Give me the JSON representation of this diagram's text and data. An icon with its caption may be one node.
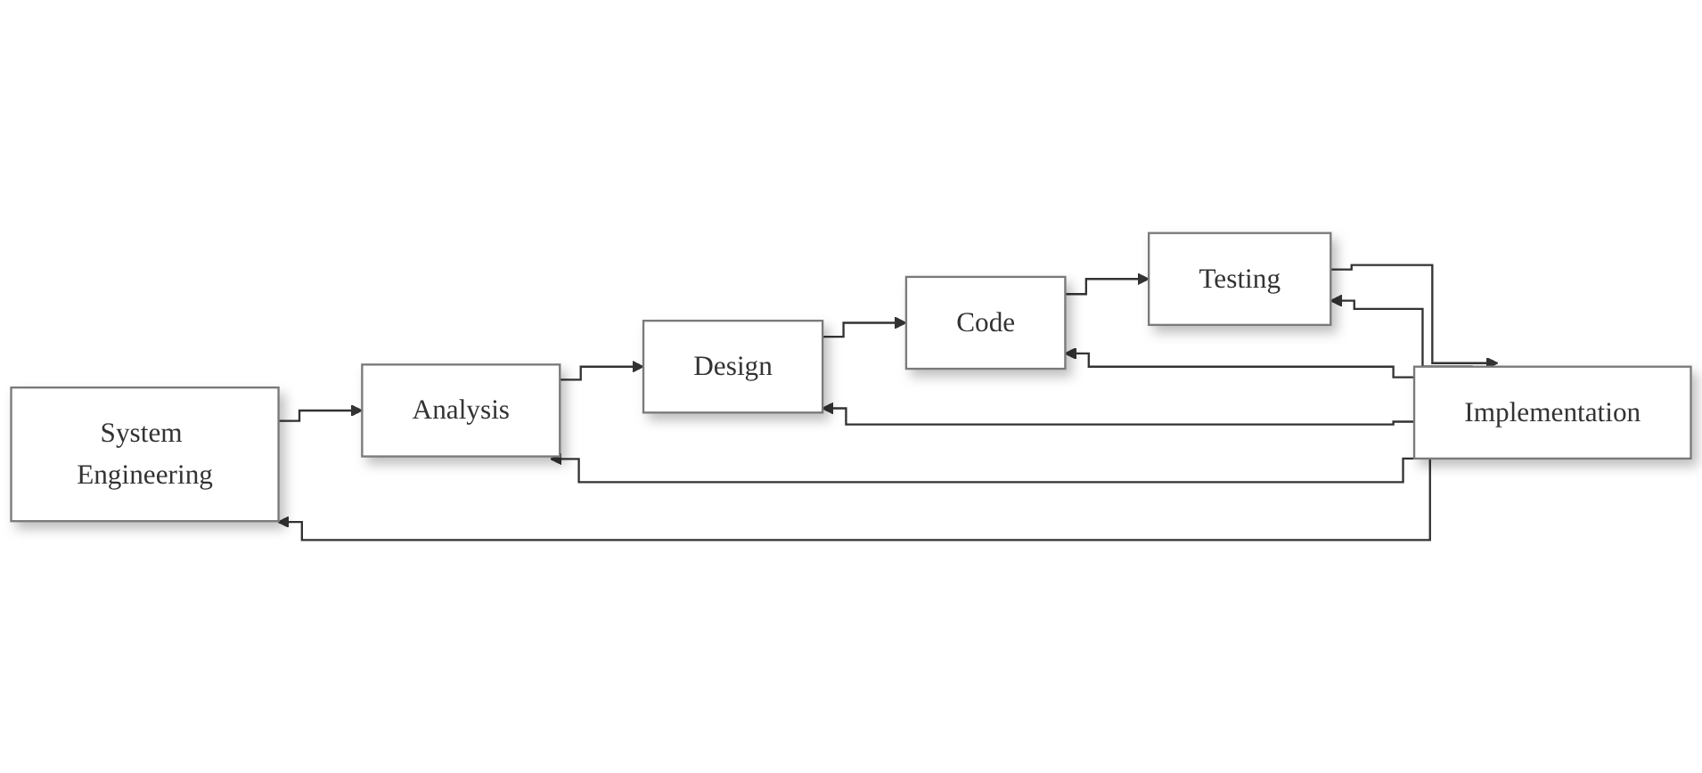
{
  "diagram": {
    "nodes": [
      {
        "text": [
          "System Engineering"
        ]
      },
      {
        "text": [
          "Analysis"
        ]
      },
      {
        "text": [
          "Design"
        ]
      },
      {
        "text": [
          "Code"
        ]
      },
      {
        "text": [
          "Testing"
        ]
      },
      {
        "text": [
          "Implementation"
        ]
      }
    ],
    "edges": [
      {
        "from": 0,
        "to": 1,
        "arrow": "to"
      },
      {
        "from": 1,
        "to": 2,
        "arrow": "to"
      },
      {
        "from": 2,
        "to": 3,
        "arrow": "to"
      },
      {
        "from": 3,
        "to": 4,
        "arrow": "to"
      },
      {
        "from": 4,
        "to": 5,
        "arrow": "to"
      },
      {
        "from": 5,
        "to": 4,
        "arrow": "to"
      },
      {
        "from": 5,
        "to": 3,
        "arrow": "to"
      },
      {
        "from": 5,
        "to": 2,
        "arrow": "to"
      },
      {
        "from": 5,
        "to": 1,
        "arrow": "to"
      },
      {
        "from": 5,
        "to": 0,
        "arrow": "to"
      }
    ]
  }
}
